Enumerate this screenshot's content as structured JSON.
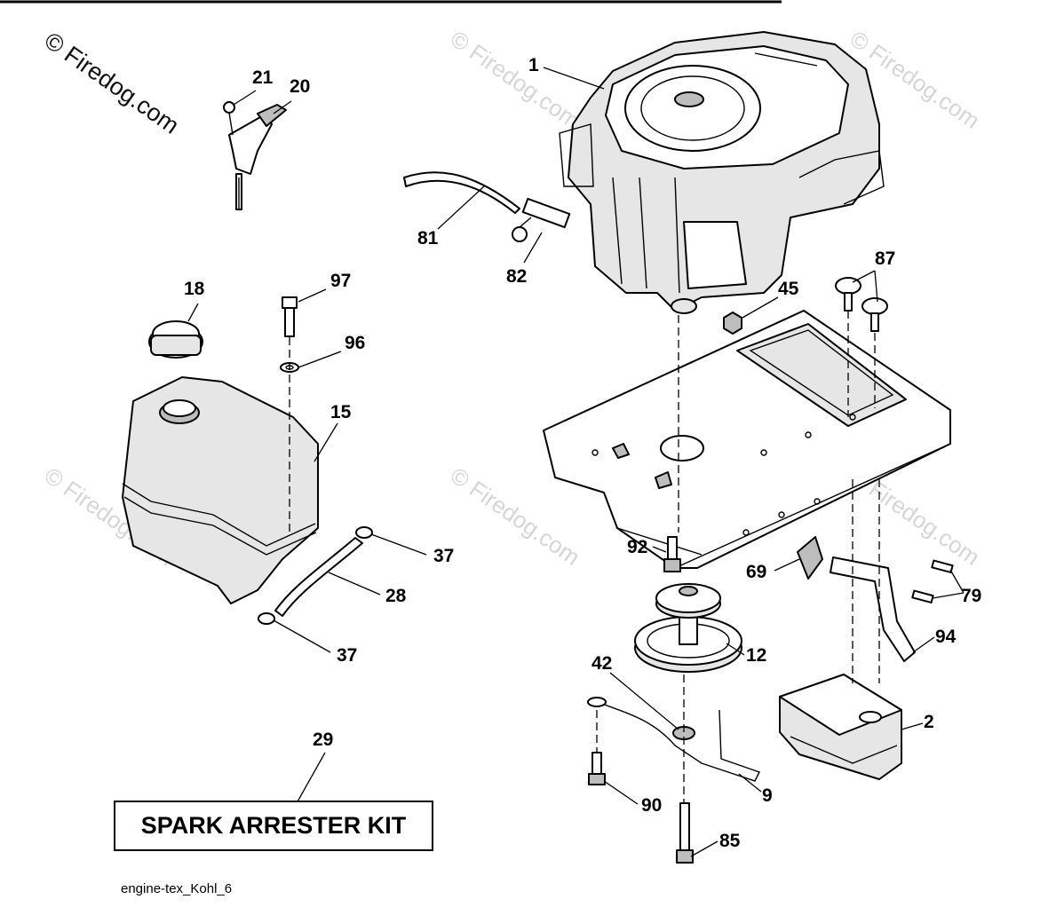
{
  "watermarks": {
    "primary": "© Firedog.com",
    "faint": "© Firedog.com"
  },
  "callouts": {
    "c1": "1",
    "c2": "2",
    "c9": "9",
    "c12": "12",
    "c15": "15",
    "c18": "18",
    "c20": "20",
    "c21": "21",
    "c28": "28",
    "c29": "29",
    "c37a": "37",
    "c37b": "37",
    "c42": "42",
    "c45": "45",
    "c69": "69",
    "c79": "79",
    "c81": "81",
    "c82": "82",
    "c85": "85",
    "c87": "87",
    "c90": "90",
    "c92": "92",
    "c94": "94",
    "c96": "96",
    "c97": "97"
  },
  "kit_box": {
    "label": "SPARK ARRESTER KIT"
  },
  "footer": {
    "file_name": "engine-tex_Kohl_6"
  }
}
